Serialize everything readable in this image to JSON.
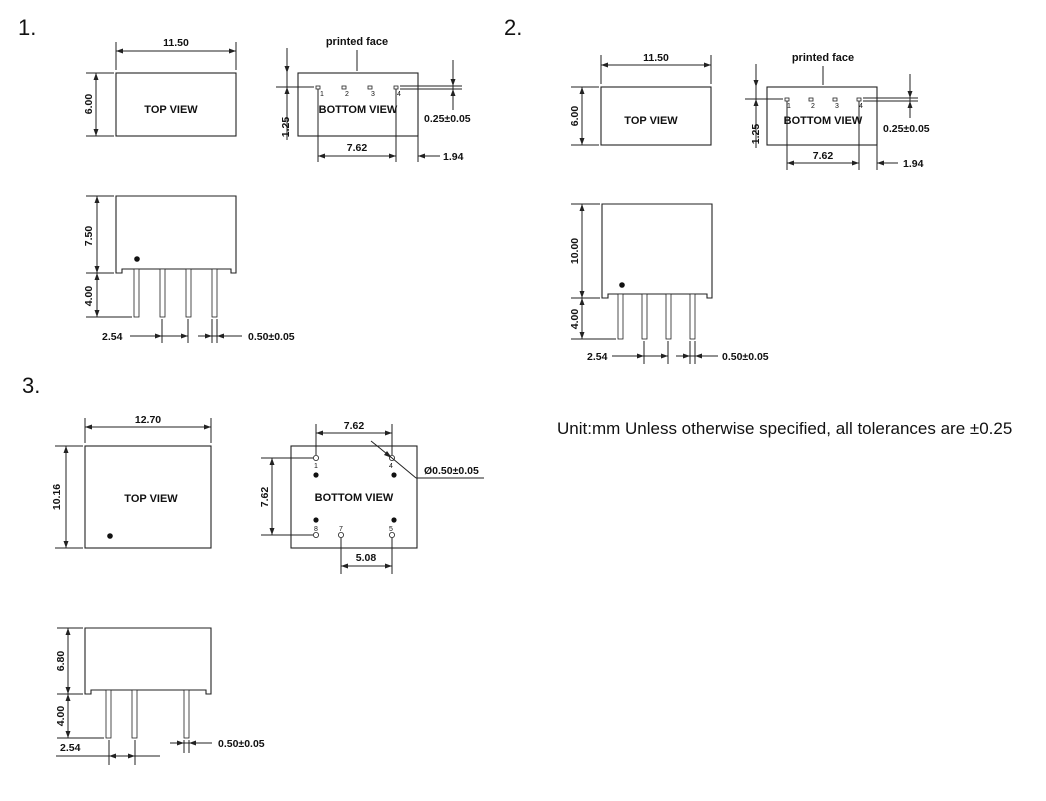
{
  "sections": {
    "s1": {
      "number": "1.",
      "width": "11.50",
      "height": "6.00",
      "top_view": "TOP VIEW",
      "bottom_view": "BOTTOM VIEW",
      "printed_face": "printed  face",
      "standoff": "1.25",
      "pin_span": "7.62",
      "pin_offset": "1.94",
      "pin_thickness": "0.25±0.05",
      "body_height": "7.50",
      "pin_length": "4.00",
      "pitch": "2.54",
      "pin_width": "0.50±0.05",
      "pin_numbers": [
        "1",
        "2",
        "3",
        "4"
      ]
    },
    "s2": {
      "number": "2.",
      "width": "11.50",
      "height": "6.00",
      "top_view": "TOP VIEW",
      "bottom_view": "BOTTOM VIEW",
      "printed_face": "printed  face",
      "standoff": "1.25",
      "pin_span": "7.62",
      "pin_offset": "1.94",
      "pin_thickness": "0.25±0.05",
      "body_height": "10.00",
      "pin_length": "4.00",
      "pitch": "2.54",
      "pin_width": "0.50±0.05",
      "pin_numbers": [
        "1",
        "2",
        "3",
        "4"
      ]
    },
    "s3": {
      "number": "3.",
      "width": "12.70",
      "height": "10.16",
      "top_view": "TOP VIEW",
      "bottom_view": "BOTTOM VIEW",
      "pin_span_h": "7.62",
      "pin_span_v": "7.62",
      "hole_dia": "Ø0.50±0.05",
      "pin_gap": "5.08",
      "body_height": "6.80",
      "pin_length": "4.00",
      "pitch": "2.54",
      "pin_width": "0.50±0.05",
      "pin_numbers": [
        "1",
        "4",
        "5",
        "7",
        "8"
      ]
    }
  },
  "note": "Unit:mm Unless otherwise specified, all tolerances are ±0.25"
}
